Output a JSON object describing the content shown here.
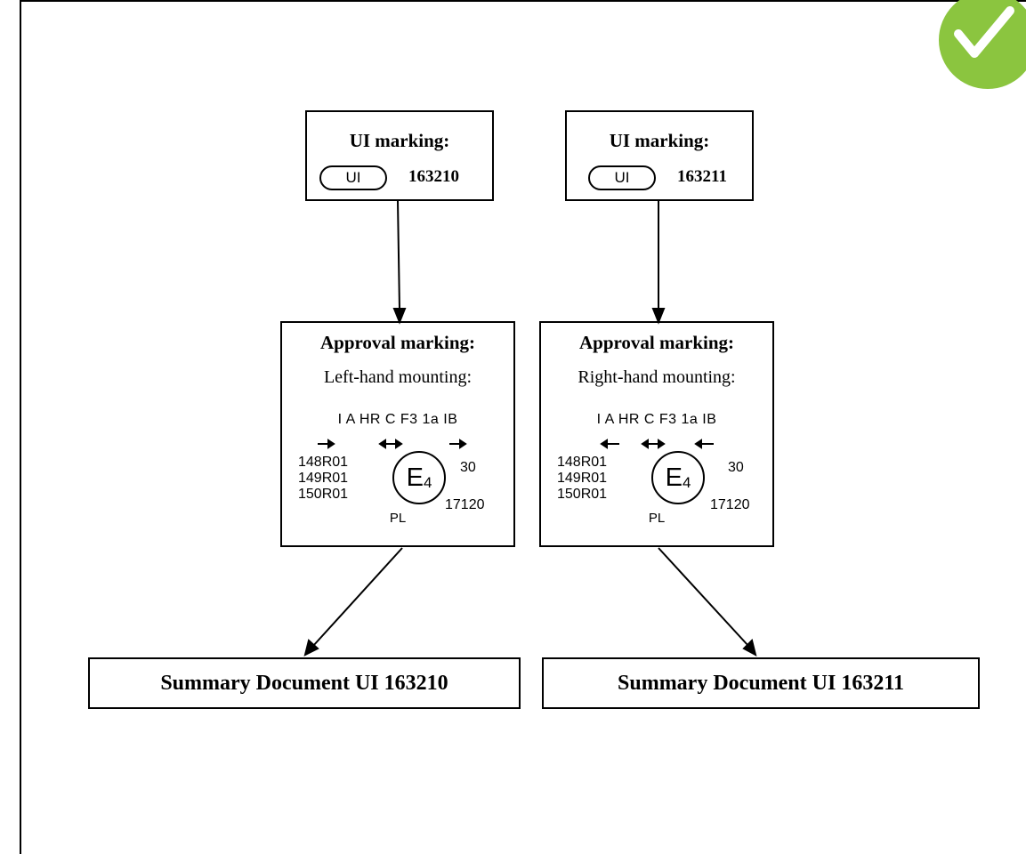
{
  "left": {
    "ui_marking": {
      "title": "UI marking:",
      "pill_label": "UI",
      "number": "163210"
    },
    "approval": {
      "title": "Approval marking:",
      "mounting": "Left-hand mounting:",
      "codes": "I A HR C F3 1a IB",
      "regulations": [
        "148R01",
        "149R01",
        "150R01"
      ],
      "e_mark": "E",
      "e_number": "4",
      "number_top": "30",
      "number_bottom": "17120",
      "country": "PL"
    },
    "summary": "Summary Document UI 163210"
  },
  "right": {
    "ui_marking": {
      "title": "UI marking:",
      "pill_label": "UI",
      "number": "163211"
    },
    "approval": {
      "title": "Approval marking:",
      "mounting": "Right-hand mounting:",
      "codes": "I A HR C F3 1a IB",
      "regulations": [
        "148R01",
        "149R01",
        "150R01"
      ],
      "e_mark": "E",
      "e_number": "4",
      "number_top": "30",
      "number_bottom": "17120",
      "country": "PL"
    },
    "summary": "Summary Document UI 163211"
  },
  "badge_color": "#8bc53f"
}
